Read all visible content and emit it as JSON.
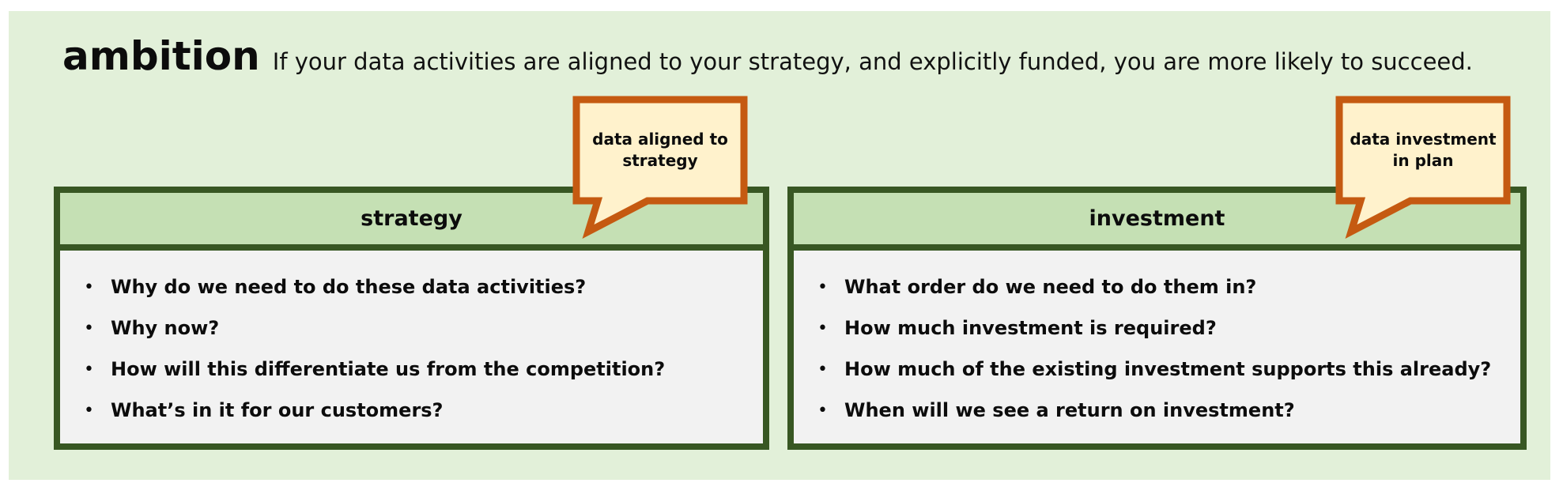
{
  "title": {
    "keyword": "ambition",
    "subtitle": "If your data activities are aligned to your strategy, and explicitly funded, you are more likely to succeed."
  },
  "callouts": [
    {
      "lines": [
        "data aligned to",
        "strategy"
      ]
    },
    {
      "lines": [
        "data investment",
        "in plan"
      ]
    }
  ],
  "panels": [
    {
      "header": "strategy",
      "bullets": [
        "Why do we need to do these data activities?",
        "Why now?",
        "How will this differentiate us from the competition?",
        "What’s in it for our customers?"
      ]
    },
    {
      "header": "investment",
      "bullets": [
        "What order do we need to do them in?",
        "How much investment is required?",
        "How much of the existing investment supports this already?",
        "When will we see a return on investment?"
      ]
    }
  ],
  "colors": {
    "canvas_background": "#E2F0D9",
    "panel_border": "#385723",
    "panel_header_fill": "#C5E0B4",
    "panel_body_fill": "#F2F2F2",
    "callout_border": "#C55A11",
    "callout_fill": "#FFF2CC",
    "text": "#0c0c0c"
  }
}
